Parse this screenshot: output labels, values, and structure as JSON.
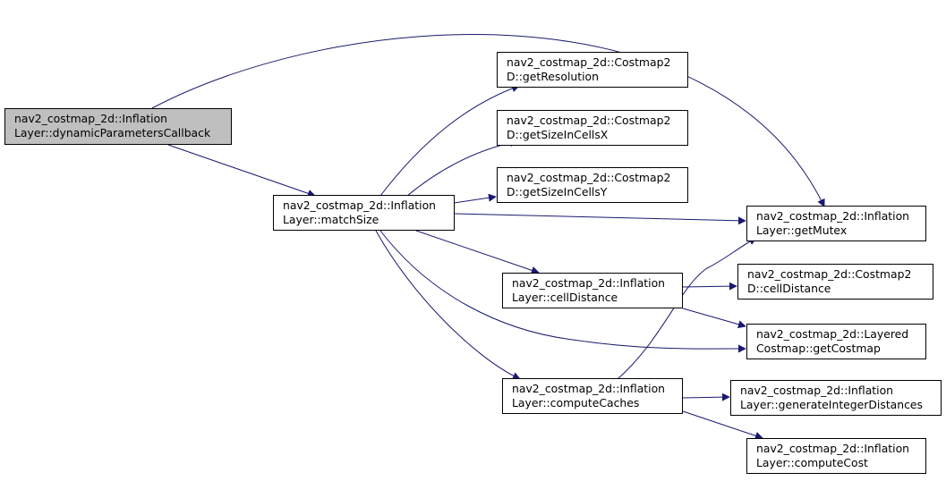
{
  "graph": {
    "nodes": [
      {
        "id": "root",
        "line1": "nav2_costmap_2d::Inflation",
        "line2": "Layer::dynamicParametersCallback",
        "highlighted": true
      },
      {
        "id": "matchSize",
        "line1": "nav2_costmap_2d::Inflation",
        "line2": "Layer::matchSize"
      },
      {
        "id": "getResolution",
        "line1": "nav2_costmap_2d::Costmap2",
        "line2": "D::getResolution"
      },
      {
        "id": "getSizeInCellsX",
        "line1": "nav2_costmap_2d::Costmap2",
        "line2": "D::getSizeInCellsX"
      },
      {
        "id": "getSizeInCellsY",
        "line1": "nav2_costmap_2d::Costmap2",
        "line2": "D::getSizeInCellsY"
      },
      {
        "id": "getMutex",
        "line1": "nav2_costmap_2d::Inflation",
        "line2": "Layer::getMutex"
      },
      {
        "id": "cellDistanceIL",
        "line1": "nav2_costmap_2d::Inflation",
        "line2": "Layer::cellDistance"
      },
      {
        "id": "cellDistanceC2D",
        "line1": "nav2_costmap_2d::Costmap2",
        "line2": "D::cellDistance"
      },
      {
        "id": "getCostmap",
        "line1": "nav2_costmap_2d::Layered",
        "line2": "Costmap::getCostmap"
      },
      {
        "id": "computeCaches",
        "line1": "nav2_costmap_2d::Inflation",
        "line2": "Layer::computeCaches"
      },
      {
        "id": "generateIntegerDistances",
        "line1": "nav2_costmap_2d::Inflation",
        "line2": "Layer::generateIntegerDistances"
      },
      {
        "id": "computeCost",
        "line1": "nav2_costmap_2d::Inflation",
        "line2": "Layer::computeCost"
      }
    ],
    "edges": [
      {
        "from": "root",
        "to": "getMutex"
      },
      {
        "from": "root",
        "to": "matchSize"
      },
      {
        "from": "matchSize",
        "to": "getResolution"
      },
      {
        "from": "matchSize",
        "to": "getSizeInCellsX"
      },
      {
        "from": "matchSize",
        "to": "getSizeInCellsY"
      },
      {
        "from": "matchSize",
        "to": "getMutex"
      },
      {
        "from": "matchSize",
        "to": "cellDistanceIL"
      },
      {
        "from": "matchSize",
        "to": "getCostmap"
      },
      {
        "from": "matchSize",
        "to": "computeCaches"
      },
      {
        "from": "cellDistanceIL",
        "to": "cellDistanceC2D"
      },
      {
        "from": "cellDistanceIL",
        "to": "getCostmap"
      },
      {
        "from": "computeCaches",
        "to": "getMutex"
      },
      {
        "from": "computeCaches",
        "to": "generateIntegerDistances"
      },
      {
        "from": "computeCaches",
        "to": "computeCost"
      }
    ],
    "colors": {
      "edge": "#191970",
      "border": "#000000",
      "highlight_fill": "#bfbfbf",
      "fill": "#ffffff"
    }
  }
}
